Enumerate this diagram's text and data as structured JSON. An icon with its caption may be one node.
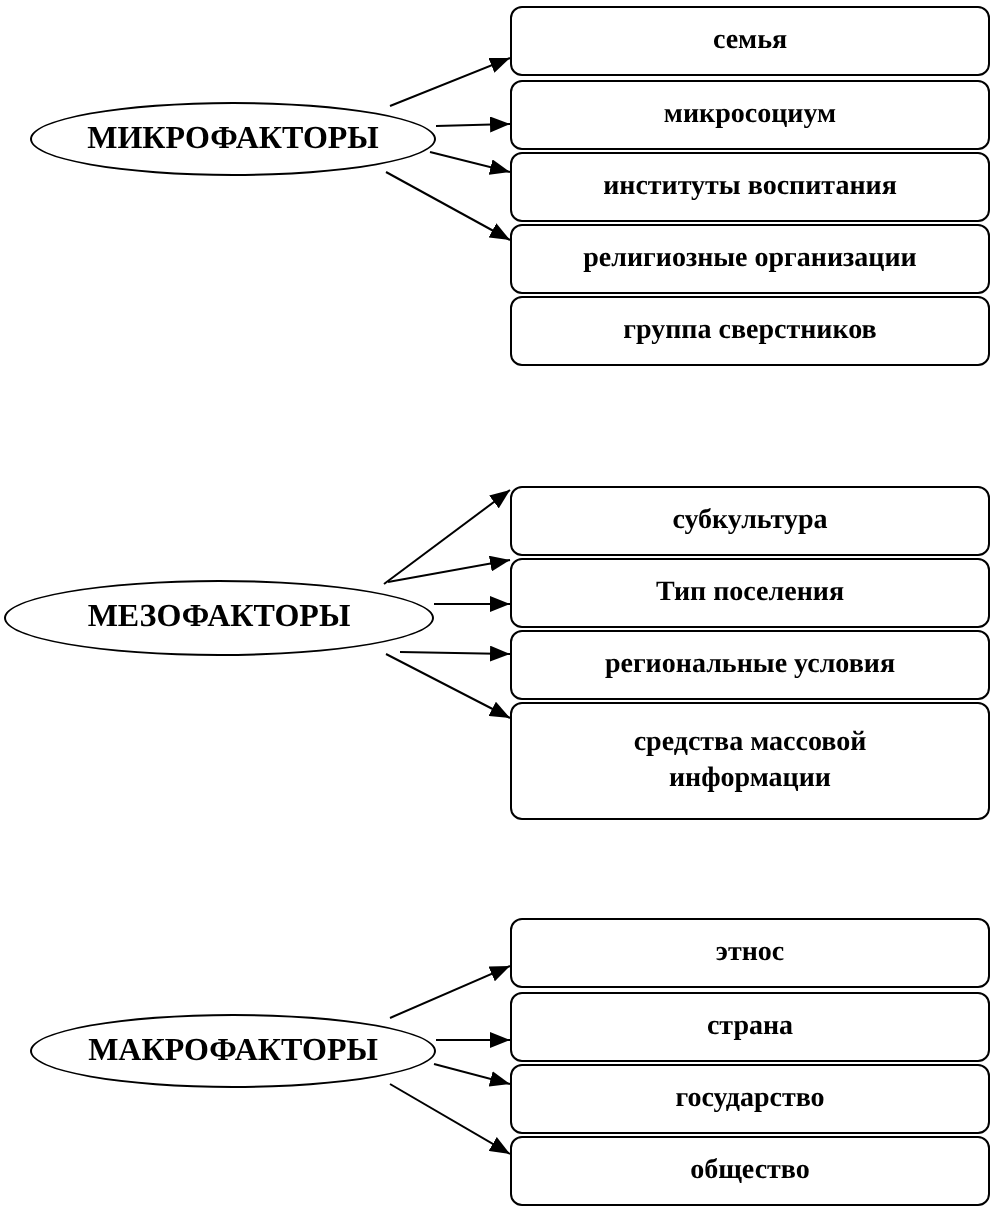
{
  "diagram": {
    "nodes": [
      {
        "text": [
          "МИКРОФАКТОРЫ"
        ]
      },
      {
        "text": [
          "семья"
        ]
      },
      {
        "text": [
          "микросоциум"
        ]
      },
      {
        "text": [
          "институты воспитания"
        ]
      },
      {
        "text": [
          "религиозные организации"
        ]
      },
      {
        "text": [
          "группа сверстников"
        ]
      },
      {
        "text": [
          "МЕЗОФАКТОРЫ"
        ]
      },
      {
        "text": [
          "субкультура"
        ]
      },
      {
        "text": [
          "Тип поселения"
        ]
      },
      {
        "text": [
          "региональные условия"
        ]
      },
      {
        "text": [
          "средства массовой информации"
        ]
      },
      {
        "text": [
          "МАКРОФАКТОРЫ"
        ]
      },
      {
        "text": [
          "этнос"
        ]
      },
      {
        "text": [
          "страна"
        ]
      },
      {
        "text": [
          "государство"
        ]
      },
      {
        "text": [
          "общество"
        ]
      }
    ],
    "edges": [
      {
        "from": 0,
        "to": 1,
        "arrow": "to"
      },
      {
        "from": 0,
        "to": 2,
        "arrow": "to"
      },
      {
        "from": 0,
        "to": 3,
        "arrow": "to"
      },
      {
        "from": 0,
        "to": 4,
        "arrow": "to"
      },
      {
        "from": 6,
        "to": 7,
        "arrow": "to"
      },
      {
        "from": 6,
        "to": 8,
        "arrow": "to"
      },
      {
        "from": 6,
        "to": 8,
        "arrow": "to"
      },
      {
        "from": 6,
        "to": 9,
        "arrow": "to"
      },
      {
        "from": 6,
        "to": 10,
        "arrow": "to"
      },
      {
        "from": 11,
        "to": 12,
        "arrow": "to"
      },
      {
        "from": 11,
        "to": 13,
        "arrow": "to"
      },
      {
        "from": 11,
        "to": 14,
        "arrow": "to"
      },
      {
        "from": 11,
        "to": 15,
        "arrow": "to"
      }
    ]
  }
}
